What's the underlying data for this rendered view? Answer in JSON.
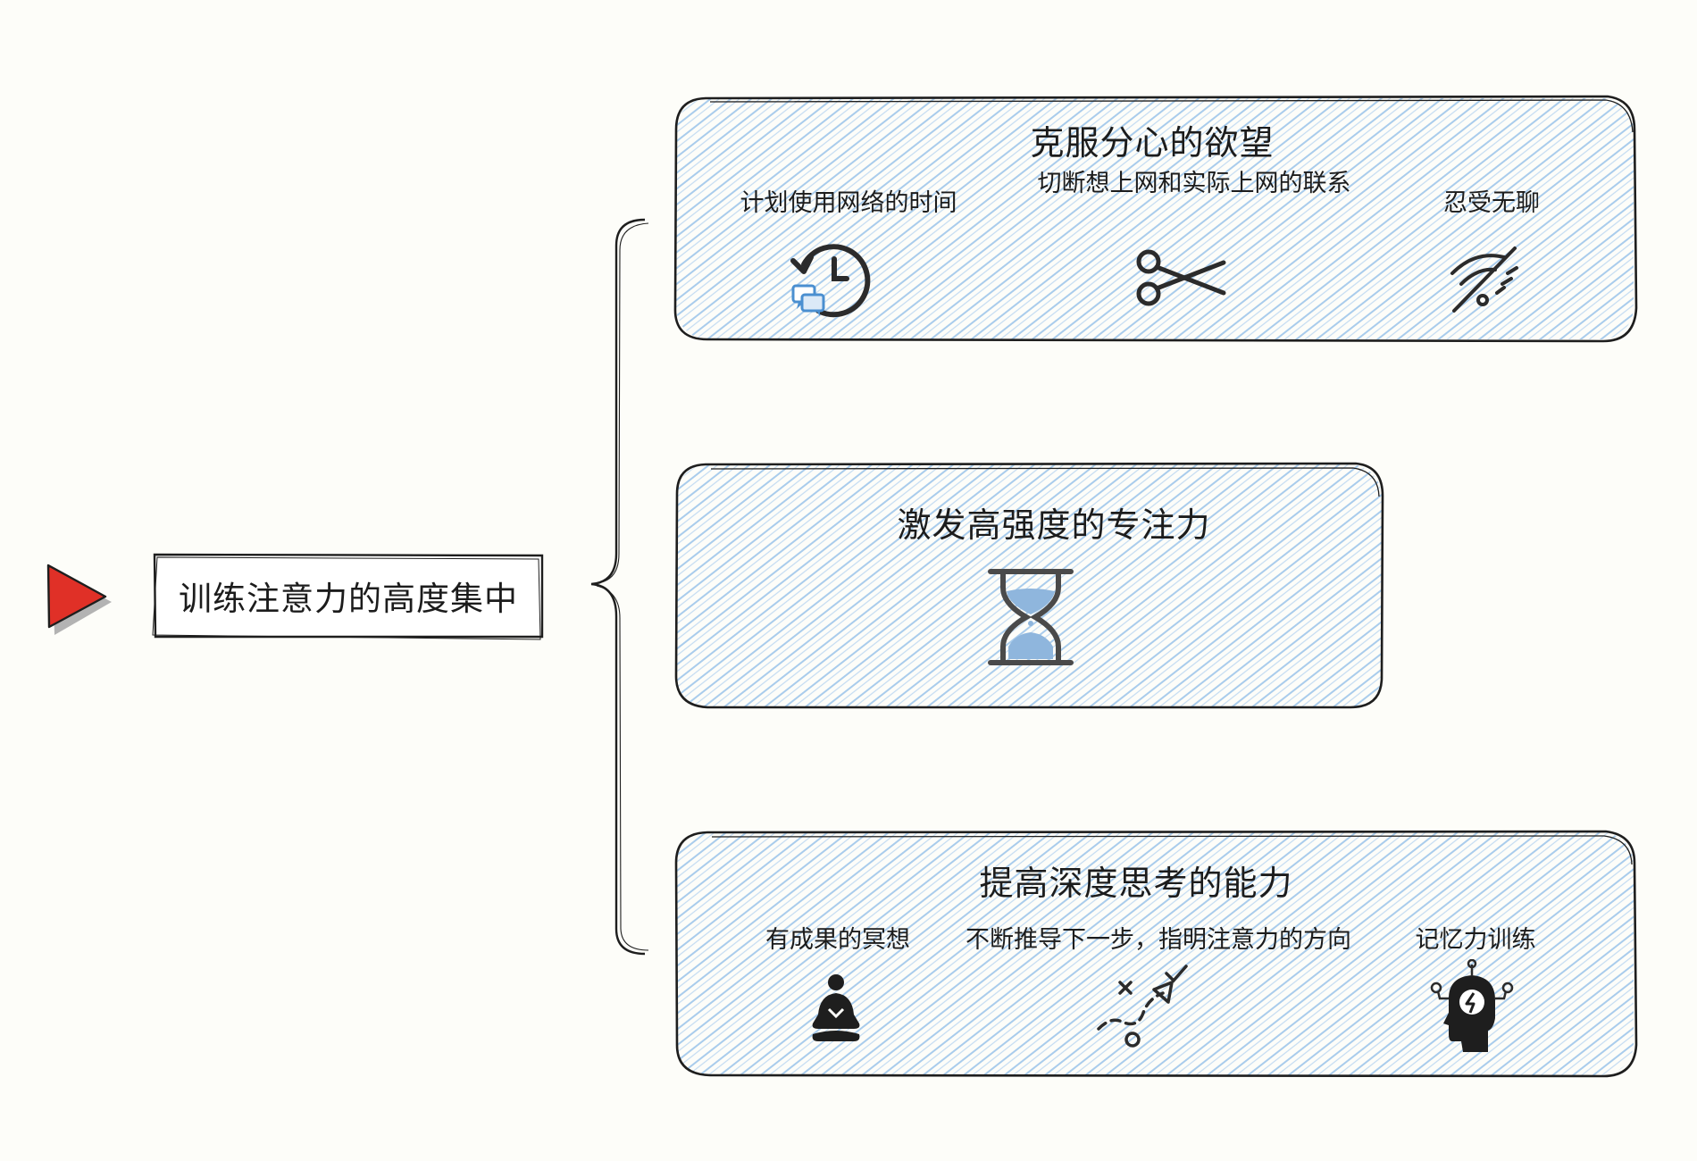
{
  "root": {
    "label": "训练注意力的高度集中"
  },
  "cards": [
    {
      "title": "克服分心的欲望",
      "items": [
        {
          "label": "计划使用网络的时间",
          "icon": "clock-history-chat-icon"
        },
        {
          "label": "切断想上网和实际上网的联系",
          "icon": "scissors-icon"
        },
        {
          "label": "忍受无聊",
          "icon": "wifi-off-icon"
        }
      ]
    },
    {
      "title": "激发高强度的专注力",
      "items": [
        {
          "label": "",
          "icon": "hourglass-icon"
        }
      ]
    },
    {
      "title": "提高深度思考的能力",
      "items": [
        {
          "label": "有成果的冥想",
          "icon": "meditation-icon"
        },
        {
          "label": "不断推导下一步，指明注意力的方向",
          "icon": "strategy-path-icon"
        },
        {
          "label": "记忆力训练",
          "icon": "brain-head-icon"
        }
      ]
    }
  ],
  "colors": {
    "card_fill": "#a9ccec",
    "stroke": "#1e1e1e",
    "arrow_red": "#e03027",
    "icon_blue": "#4a8fd0",
    "icon_dark": "#2b2b2b"
  }
}
